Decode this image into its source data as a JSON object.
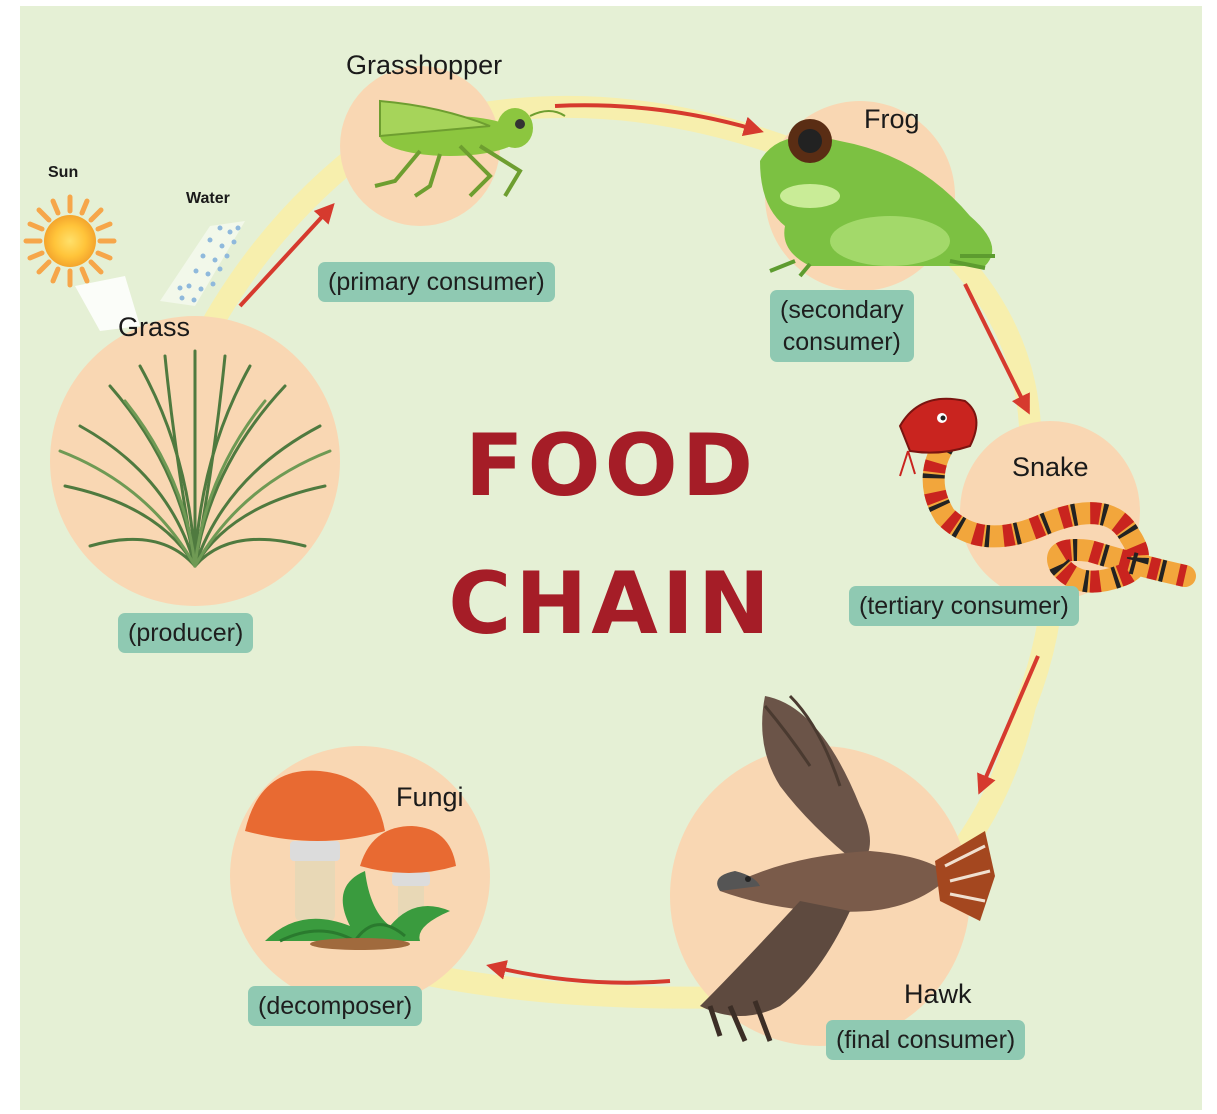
{
  "title": {
    "line1": "FOOD",
    "line2": "CHAIN"
  },
  "inputs": {
    "sun": "Sun",
    "water": "Water"
  },
  "nodes": {
    "grass": {
      "name": "Grass",
      "role": "(producer)"
    },
    "grasshopper": {
      "name": "Grasshopper",
      "role": "(primary consumer)"
    },
    "frog": {
      "name": "Frog",
      "role_line1": "(secondary",
      "role_line2": "consumer)"
    },
    "snake": {
      "name": "Snake",
      "role": "(tertiary consumer)"
    },
    "hawk": {
      "name": "Hawk",
      "role": "(final consumer)"
    },
    "fungi": {
      "name": "Fungi",
      "role": "(decomposer)"
    }
  },
  "colors": {
    "background": "#e5f0d5",
    "circle": "#f9d7b3",
    "ring": "#f8eea8",
    "arrow": "#d63a2e",
    "title": "#a51d27",
    "label_box": "#8fc9b2"
  }
}
